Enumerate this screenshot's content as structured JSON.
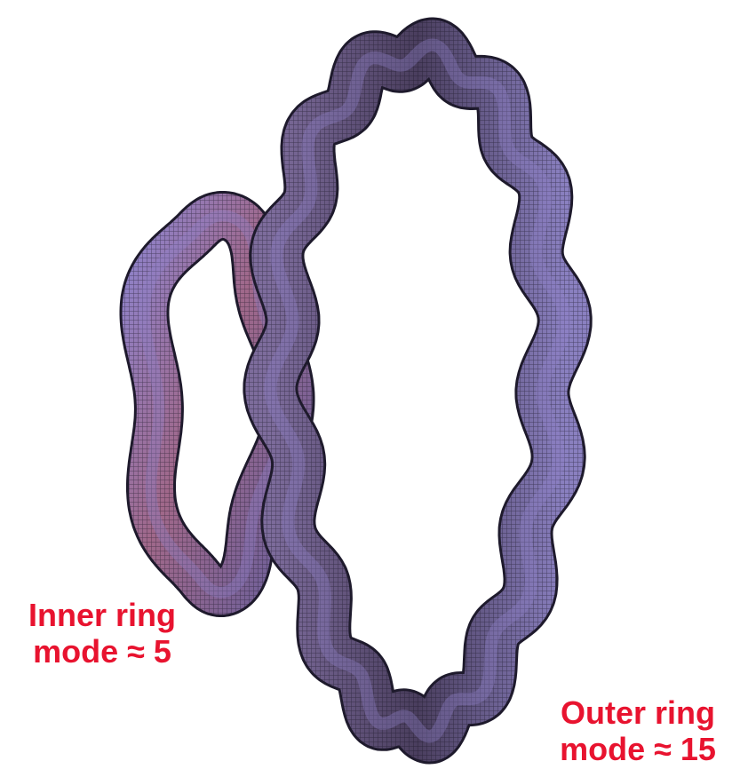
{
  "labels": {
    "inner": {
      "line1": "Inner ring",
      "line2": "mode ≈ 5"
    },
    "outer": {
      "line1": "Outer ring",
      "line2": "mode ≈ 15"
    }
  },
  "colors": {
    "label": "#e8132f",
    "tube_light": "#8f82c9",
    "tube_mid": "#7a5f86",
    "tube_warm": "#b5657c",
    "tube_dark": "#1e1a2c",
    "background": "#ffffff"
  },
  "rings": [
    {
      "name": "inner",
      "wave_mode": 5
    },
    {
      "name": "outer",
      "wave_mode": 15
    }
  ]
}
